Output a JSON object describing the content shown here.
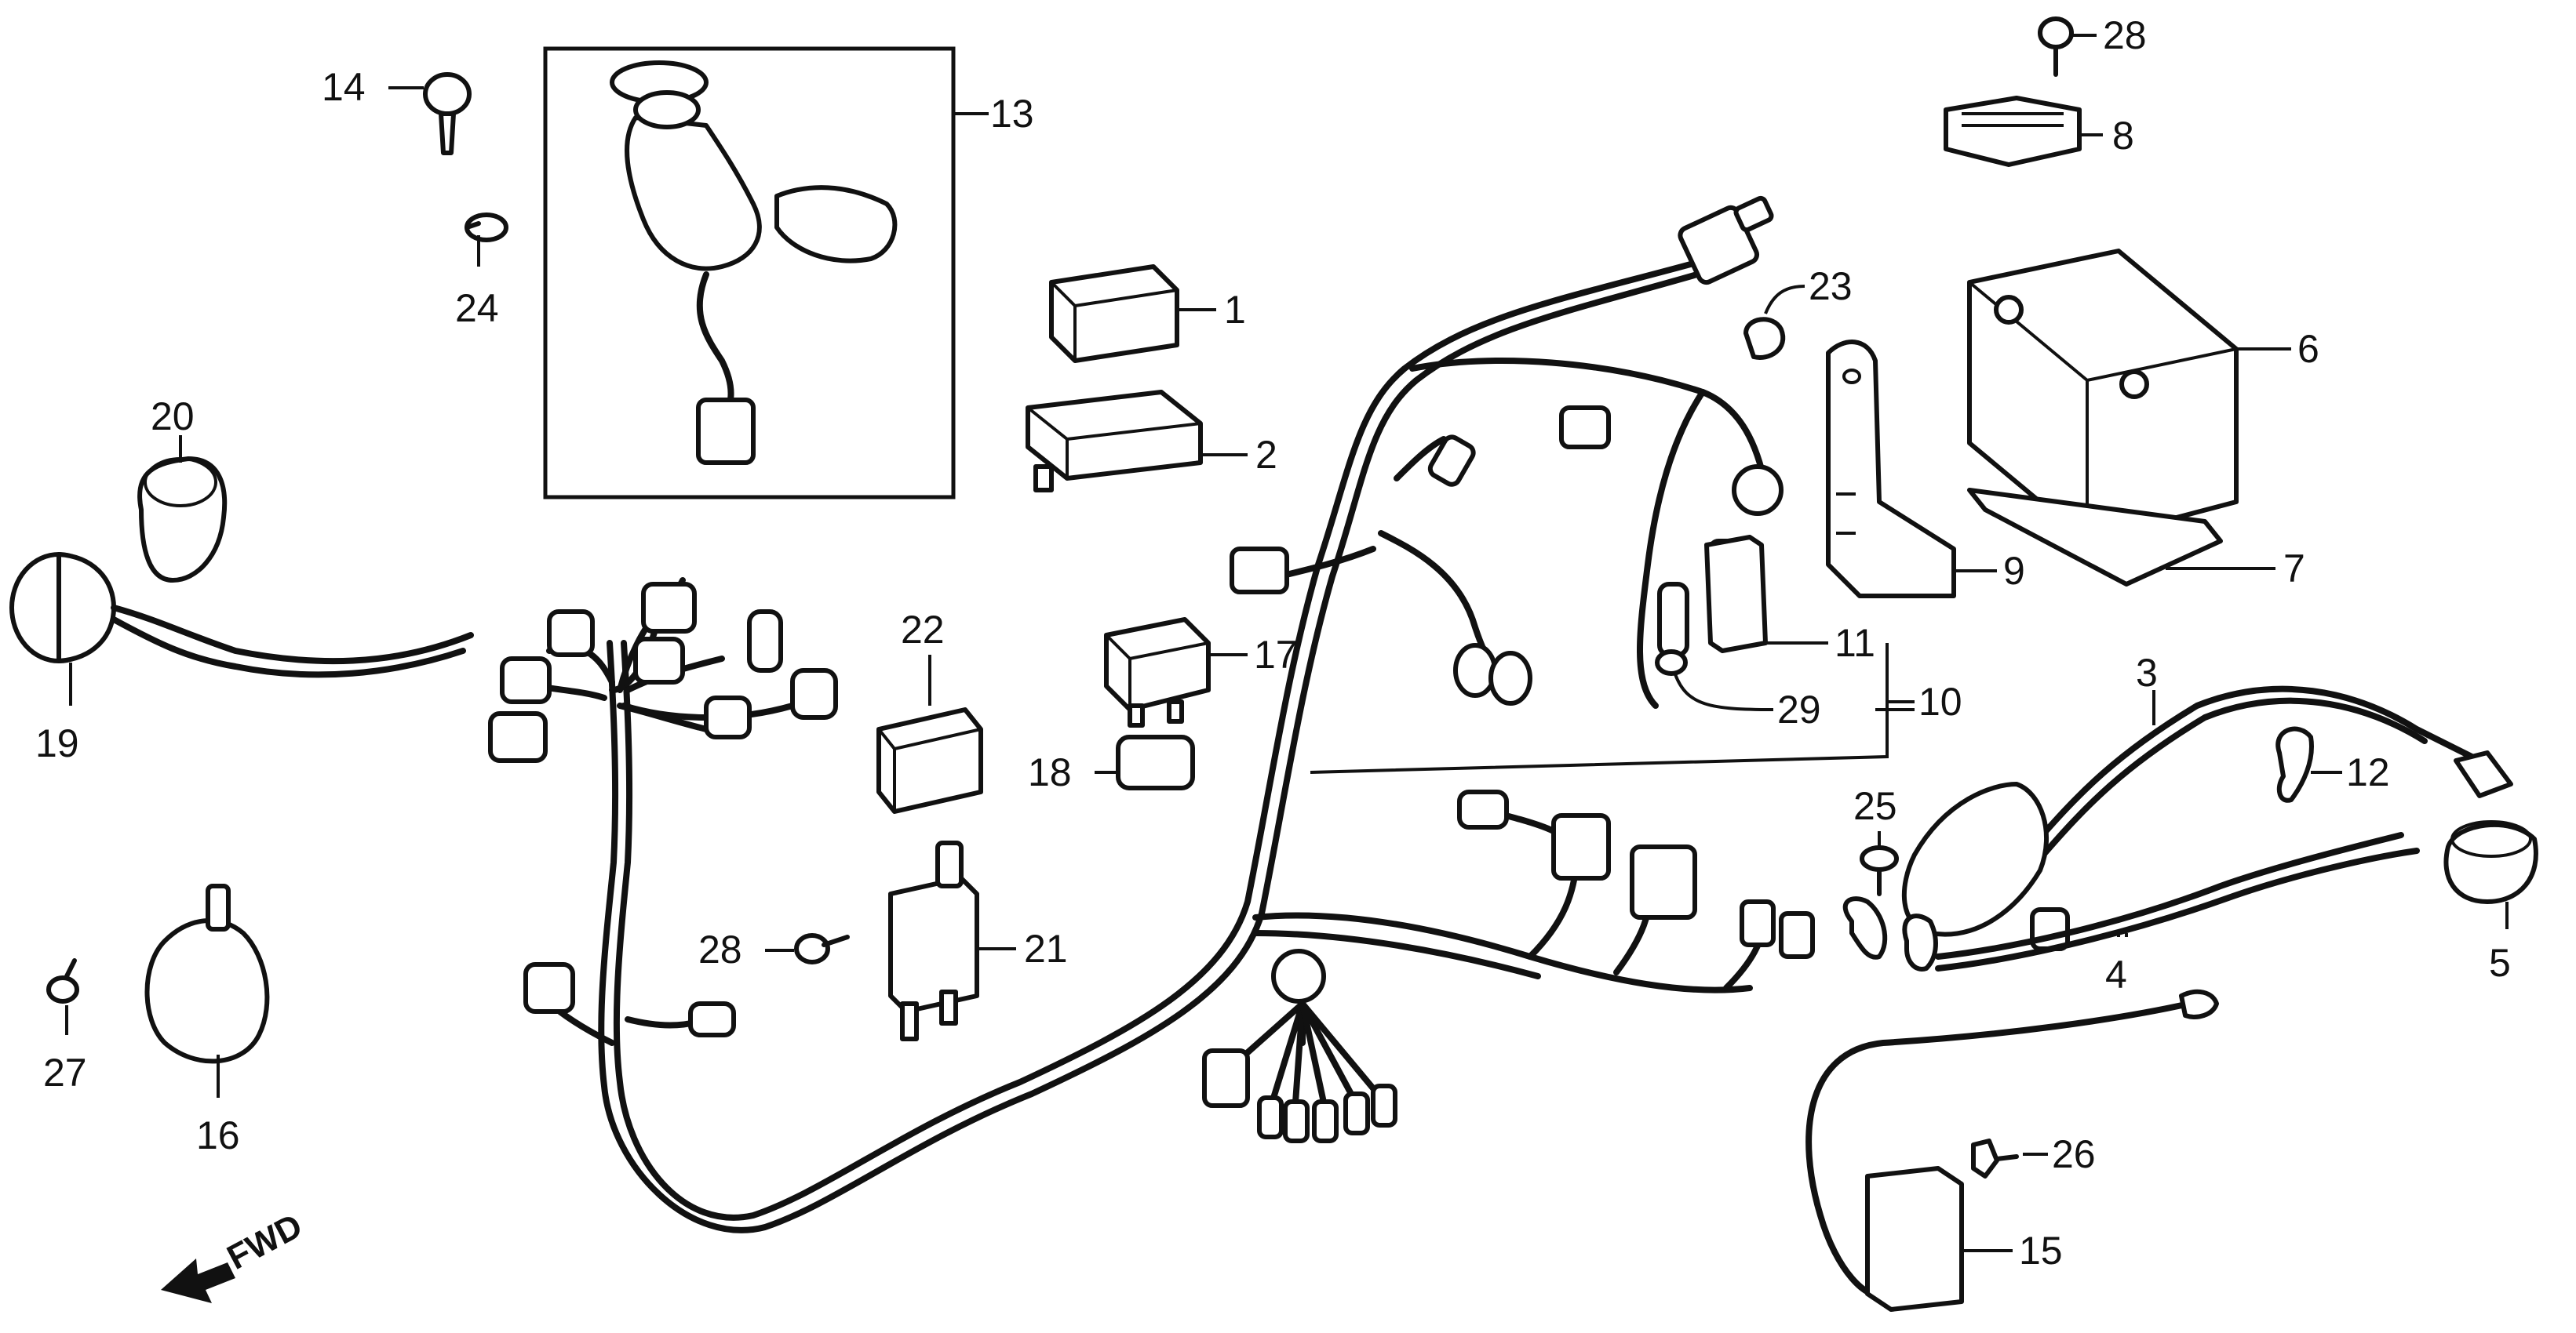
{
  "diagram": {
    "direction_label": "FWD",
    "callouts": [
      "1",
      "2",
      "3",
      "4",
      "5",
      "6",
      "7",
      "8",
      "9",
      "10",
      "11",
      "12",
      "13",
      "14",
      "15",
      "16",
      "17",
      "18",
      "19",
      "20",
      "21",
      "22",
      "23",
      "24",
      "25",
      "26",
      "27",
      "28",
      "28",
      "29"
    ]
  }
}
